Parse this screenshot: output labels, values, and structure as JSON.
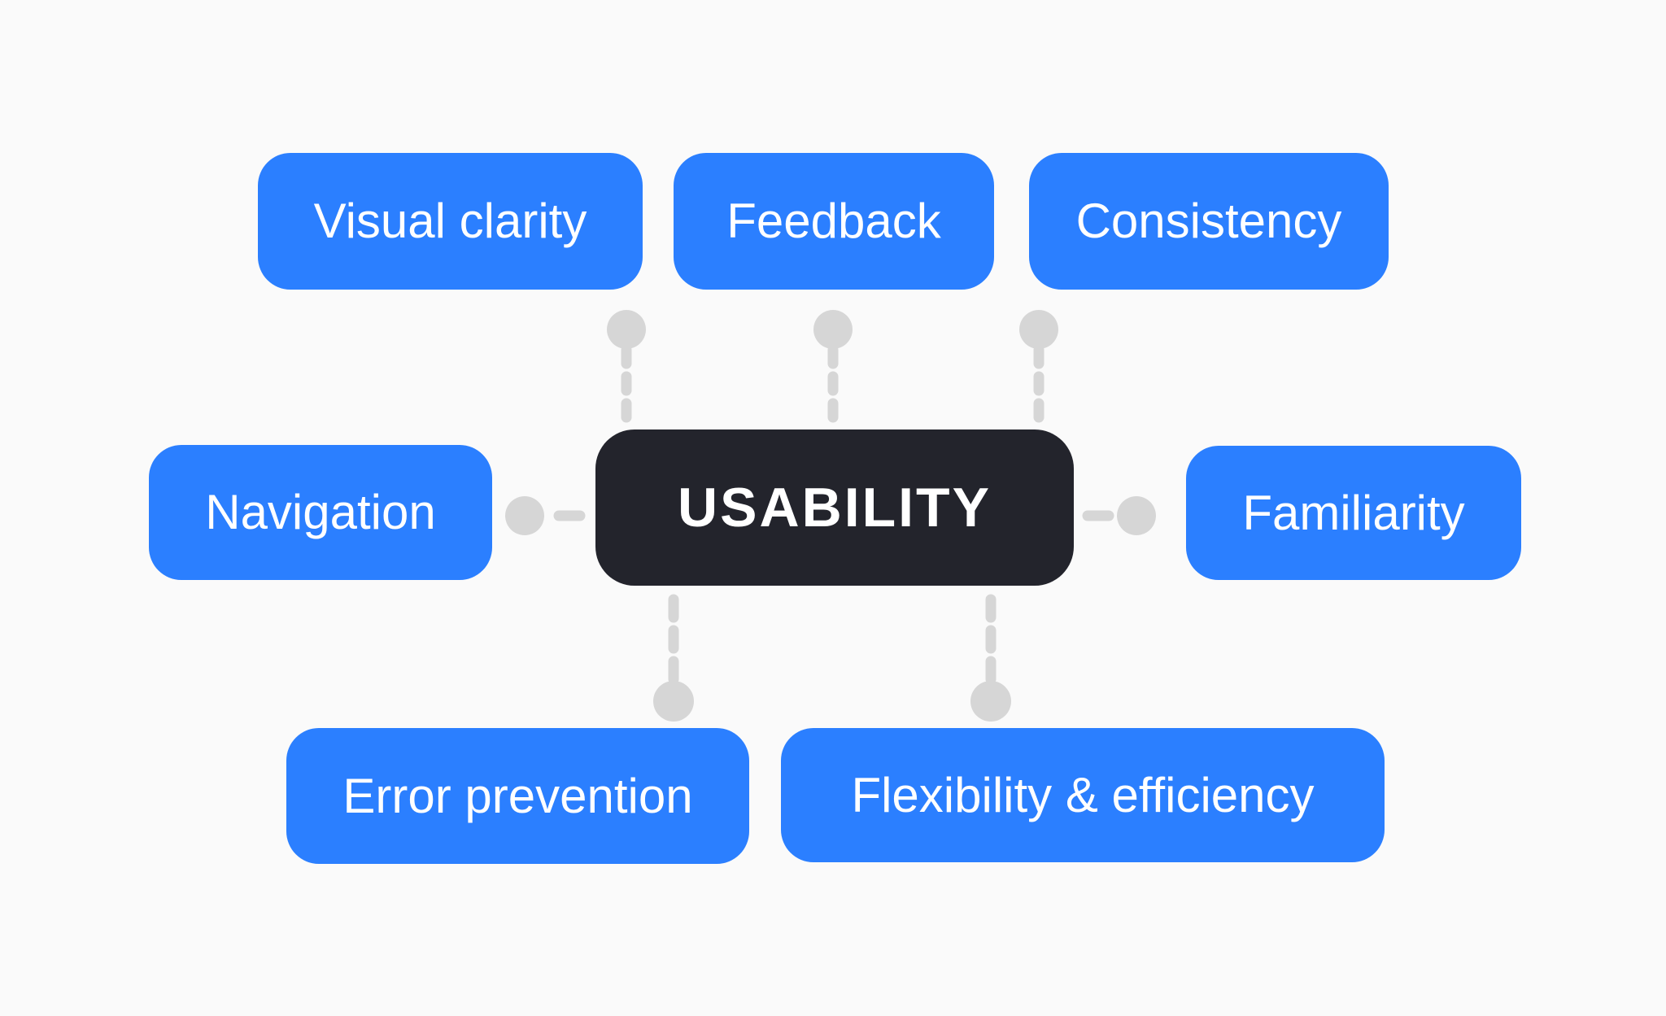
{
  "diagram": {
    "center": {
      "id": "usability",
      "label": "USABILITY"
    },
    "nodes": [
      {
        "id": "visual-clarity",
        "label": "Visual clarity"
      },
      {
        "id": "feedback",
        "label": "Feedback"
      },
      {
        "id": "consistency",
        "label": "Consistency"
      },
      {
        "id": "navigation",
        "label": "Navigation"
      },
      {
        "id": "familiarity",
        "label": "Familiarity"
      },
      {
        "id": "error-prevention",
        "label": "Error prevention"
      },
      {
        "id": "flexibility-efficiency",
        "label": "Flexibility & efficiency"
      }
    ],
    "connections": [
      {
        "from": "usability",
        "to": "visual-clarity"
      },
      {
        "from": "usability",
        "to": "feedback"
      },
      {
        "from": "usability",
        "to": "consistency"
      },
      {
        "from": "usability",
        "to": "navigation"
      },
      {
        "from": "usability",
        "to": "familiarity"
      },
      {
        "from": "usability",
        "to": "error-prevention"
      },
      {
        "from": "usability",
        "to": "flexibility-efficiency"
      }
    ],
    "colors": {
      "node_fill": "#2b7fff",
      "center_fill": "#23242c",
      "connector": "#d6d6d6",
      "background": "#fafafa",
      "label_text": "#ffffff"
    }
  }
}
